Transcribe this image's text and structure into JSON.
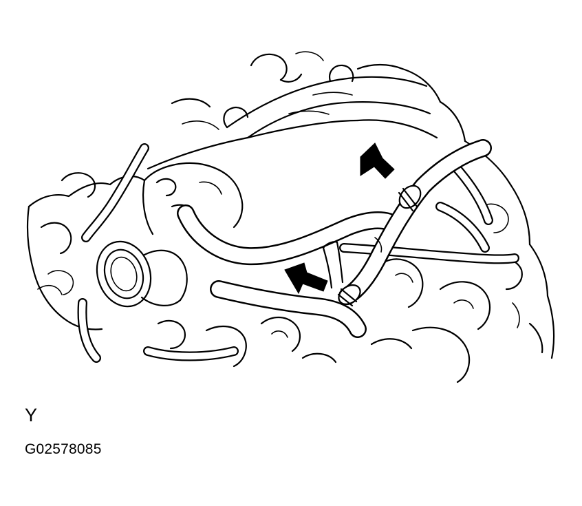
{
  "diagram": {
    "view_label": "Y",
    "figure_id": "G02578085",
    "callouts": [
      {
        "name": "upper-hose-clamp-arrow"
      },
      {
        "name": "lower-hose-clamp-arrow"
      }
    ]
  }
}
